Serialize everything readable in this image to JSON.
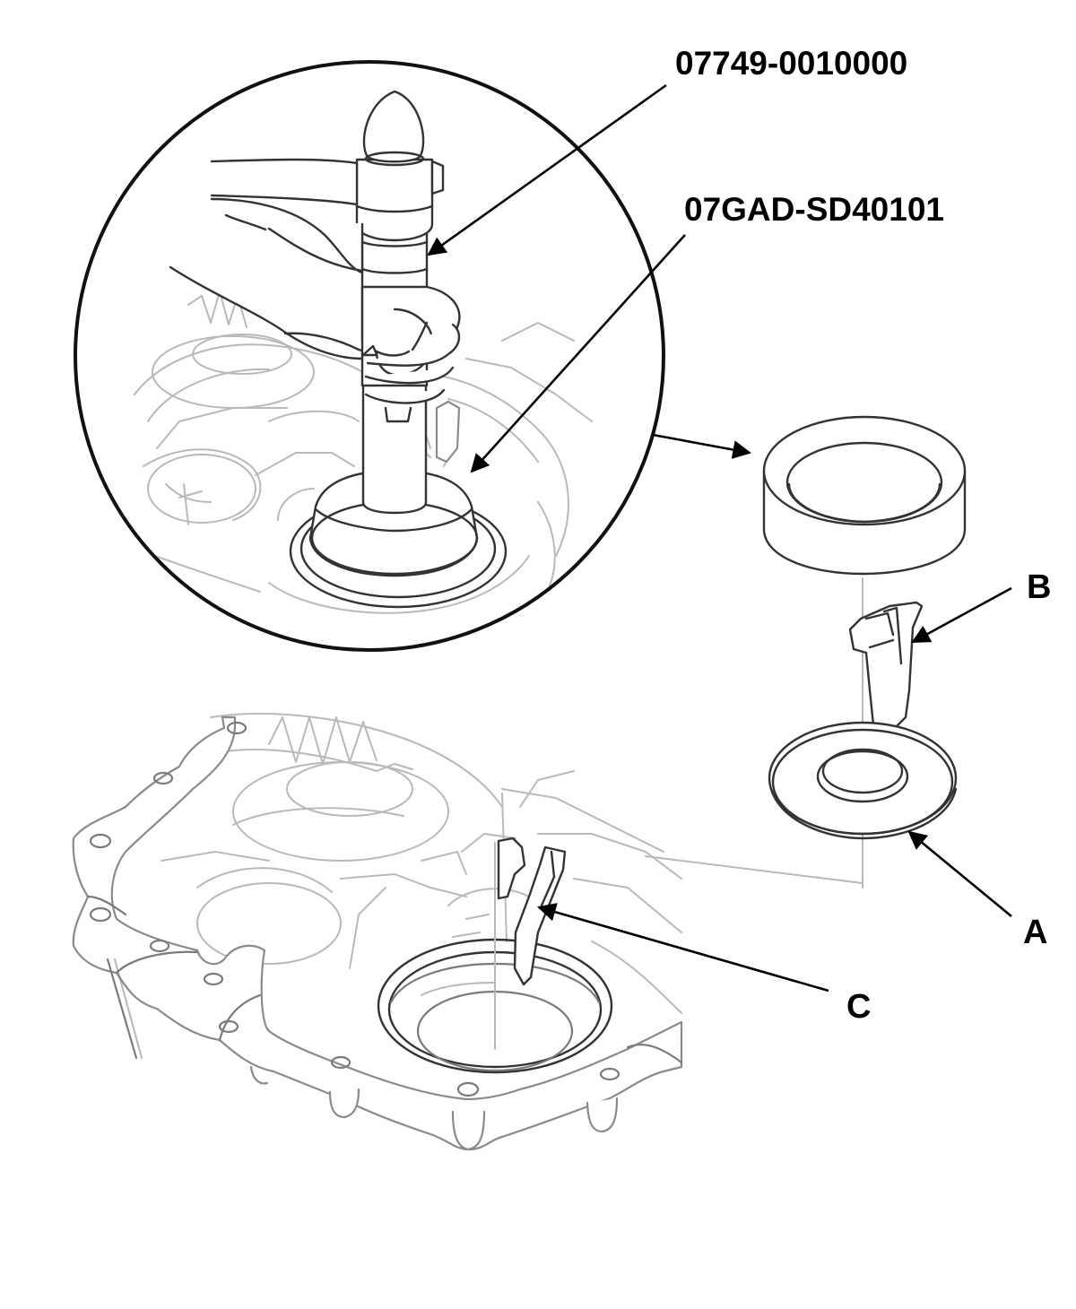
{
  "labels": {
    "tool_driver": "07749-0010000",
    "tool_attachment": "07GAD-SD40101",
    "part_a": "A",
    "part_b": "B",
    "part_c": "C"
  },
  "colors": {
    "line_dark": "#333333",
    "line_faint": "#b9b9b9",
    "text": "#000000",
    "background": "#ffffff"
  }
}
